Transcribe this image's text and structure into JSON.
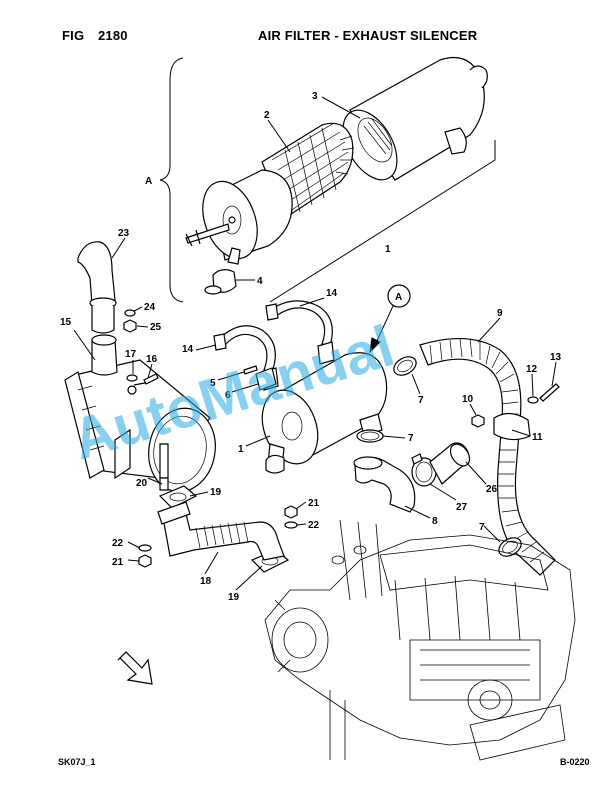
{
  "header": {
    "fig_label": "FIG",
    "fig_number": "2180",
    "title": "AIR FILTER - EXHAUST SILENCER"
  },
  "footer": {
    "left": "SK07J_1",
    "right": "B-0220"
  },
  "watermark": {
    "text": "AutoManual",
    "color": "#27a9e1"
  },
  "callouts": {
    "c1_top": "1",
    "c2": "2",
    "c3": "3",
    "c4": "4",
    "cA_bracket": "A",
    "cA_circle": "A",
    "c23": "23",
    "c24": "24",
    "c25": "25",
    "c15": "15",
    "c17": "17",
    "c16": "16",
    "c14_left": "14",
    "c14_right": "14",
    "c5": "5",
    "c6": "6",
    "c1_mid": "1",
    "c9": "9",
    "c13": "13",
    "c12": "12",
    "c10": "10",
    "c11": "11",
    "c7_a": "7",
    "c7_b": "7",
    "c7_c": "7",
    "c26": "26",
    "c27": "27",
    "c8": "8",
    "c20": "20",
    "c19_top": "19",
    "c19_bot": "19",
    "c21_right": "21",
    "c22_right": "22",
    "c22_left": "22",
    "c21_left": "21",
    "c18": "18"
  }
}
